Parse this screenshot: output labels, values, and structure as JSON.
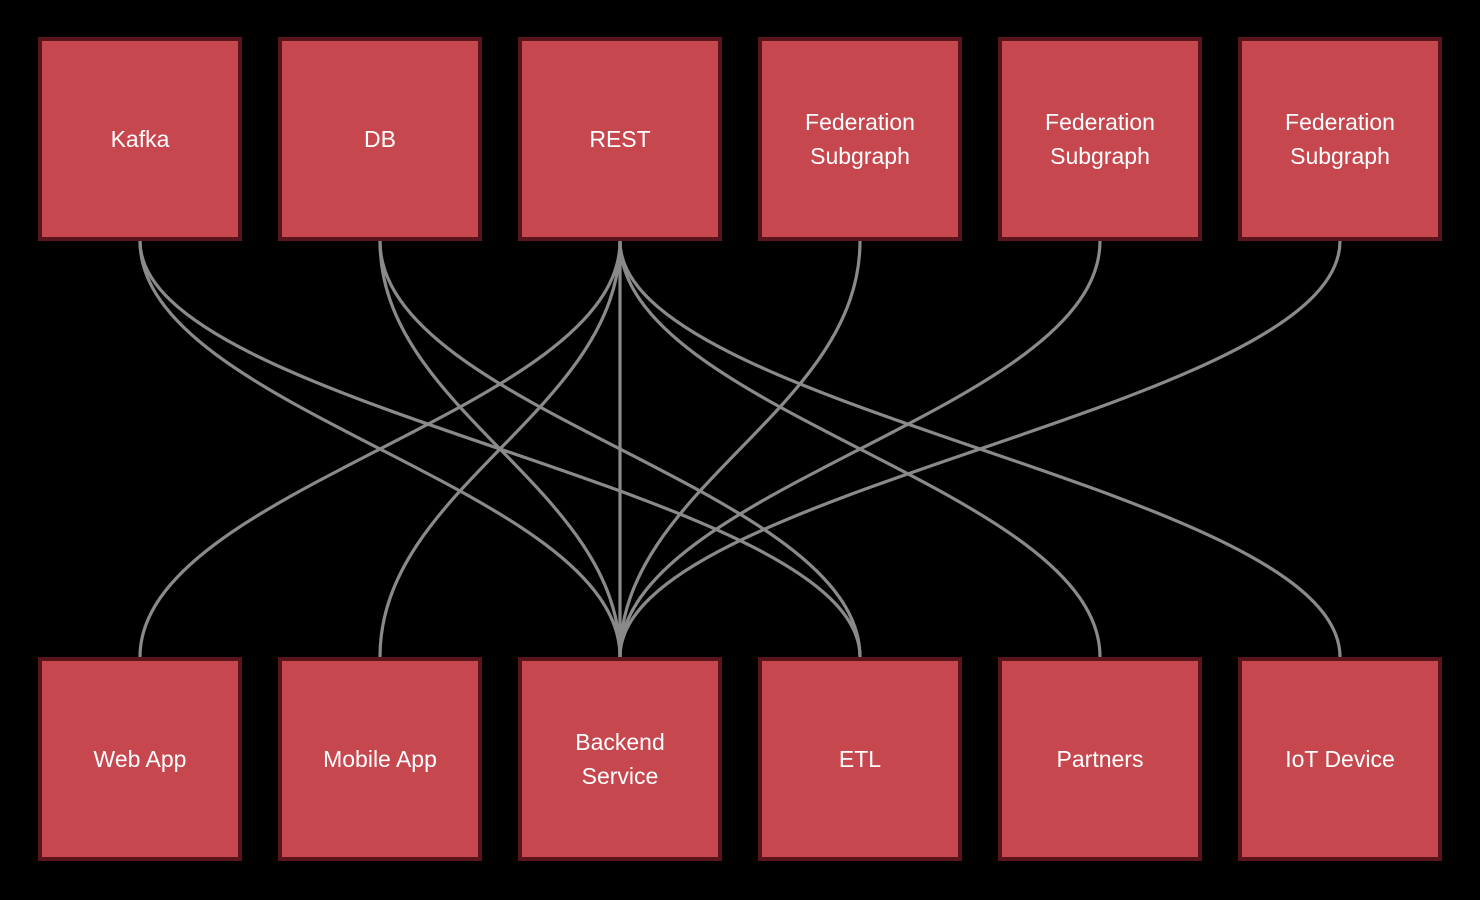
{
  "diagram": {
    "type": "bipartite-connection-diagram",
    "colors": {
      "background": "#000000",
      "node_fill": "#c7474f",
      "node_border": "#5a141b",
      "edge_color": "#8a8a8a",
      "text_color": "#ffffff"
    },
    "nodes": {
      "top": [
        {
          "id": "kafka",
          "label": "Kafka"
        },
        {
          "id": "db",
          "label": "DB"
        },
        {
          "id": "rest",
          "label": "REST"
        },
        {
          "id": "fed1",
          "label": "Federation Subgraph"
        },
        {
          "id": "fed2",
          "label": "Federation Subgraph"
        },
        {
          "id": "fed3",
          "label": "Federation Subgraph"
        }
      ],
      "bottom": [
        {
          "id": "webapp",
          "label": "Web App"
        },
        {
          "id": "mobile",
          "label": "Mobile App"
        },
        {
          "id": "backend",
          "label": "Backend Service"
        },
        {
          "id": "etl",
          "label": "ETL"
        },
        {
          "id": "partners",
          "label": "Partners"
        },
        {
          "id": "iot",
          "label": "IoT Device"
        }
      ]
    },
    "edges": [
      {
        "from": "kafka",
        "to": "backend"
      },
      {
        "from": "kafka",
        "to": "etl"
      },
      {
        "from": "db",
        "to": "backend"
      },
      {
        "from": "db",
        "to": "etl"
      },
      {
        "from": "rest",
        "to": "webapp"
      },
      {
        "from": "rest",
        "to": "mobile"
      },
      {
        "from": "rest",
        "to": "backend"
      },
      {
        "from": "rest",
        "to": "partners"
      },
      {
        "from": "rest",
        "to": "iot"
      },
      {
        "from": "fed1",
        "to": "backend"
      },
      {
        "from": "fed2",
        "to": "backend"
      },
      {
        "from": "fed3",
        "to": "backend"
      }
    ]
  }
}
